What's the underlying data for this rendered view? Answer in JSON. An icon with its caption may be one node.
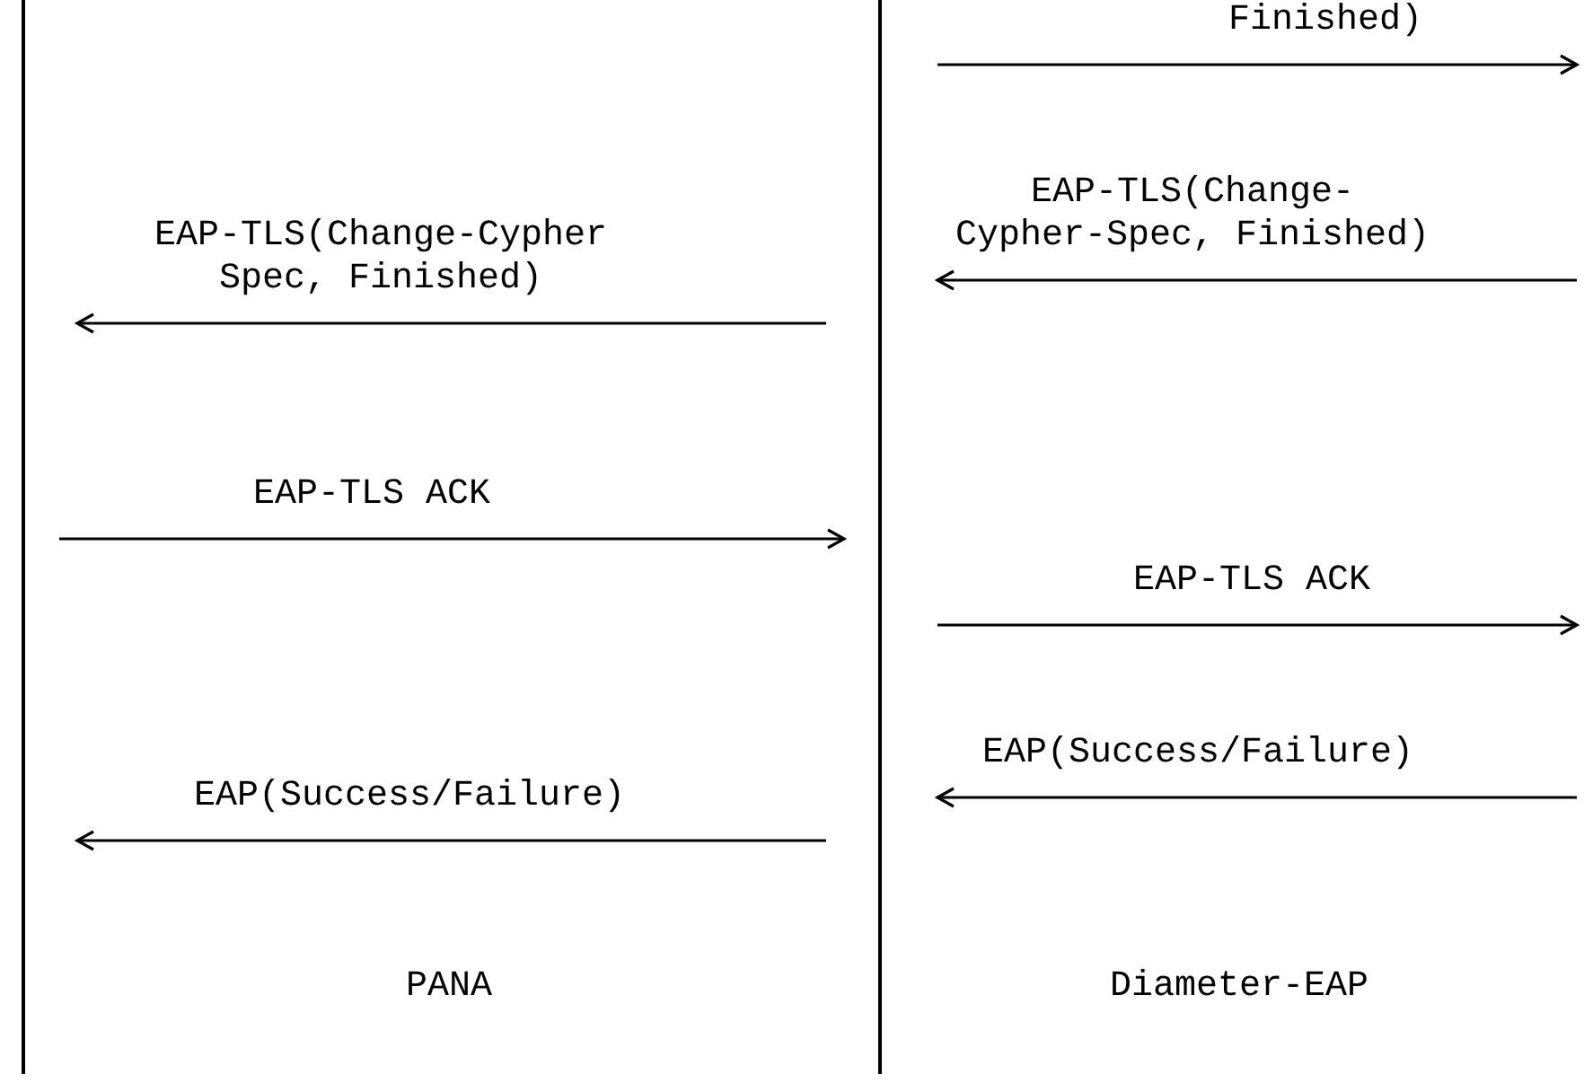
{
  "diagram": {
    "nodes": [
      {
        "text": [],
        "shape": "bar"
      },
      {
        "text": [],
        "shape": "bar"
      }
    ],
    "edges": [
      {
        "from": 1,
        "to": null,
        "arrow": "to",
        "label": "Finished)"
      },
      {
        "from": null,
        "to": 1,
        "arrow": "to",
        "label": "EAP-TLS(Change- Cypher-Spec, Finished)"
      },
      {
        "from": 1,
        "to": 0,
        "arrow": "to",
        "label": "EAP-TLS(Change-Cypher Spec, Finished)"
      },
      {
        "from": 0,
        "to": 1,
        "arrow": "to",
        "label": "EAP-TLS ACK"
      },
      {
        "from": 1,
        "to": null,
        "arrow": "to",
        "label": "EAP-TLS ACK"
      },
      {
        "from": null,
        "to": 1,
        "arrow": "to",
        "label": "EAP(Success/Failure)"
      },
      {
        "from": 1,
        "to": 0,
        "arrow": "to",
        "label": "EAP(Success/Failure)"
      }
    ],
    "labels": [
      "PANA",
      "Diameter-EAP"
    ]
  }
}
